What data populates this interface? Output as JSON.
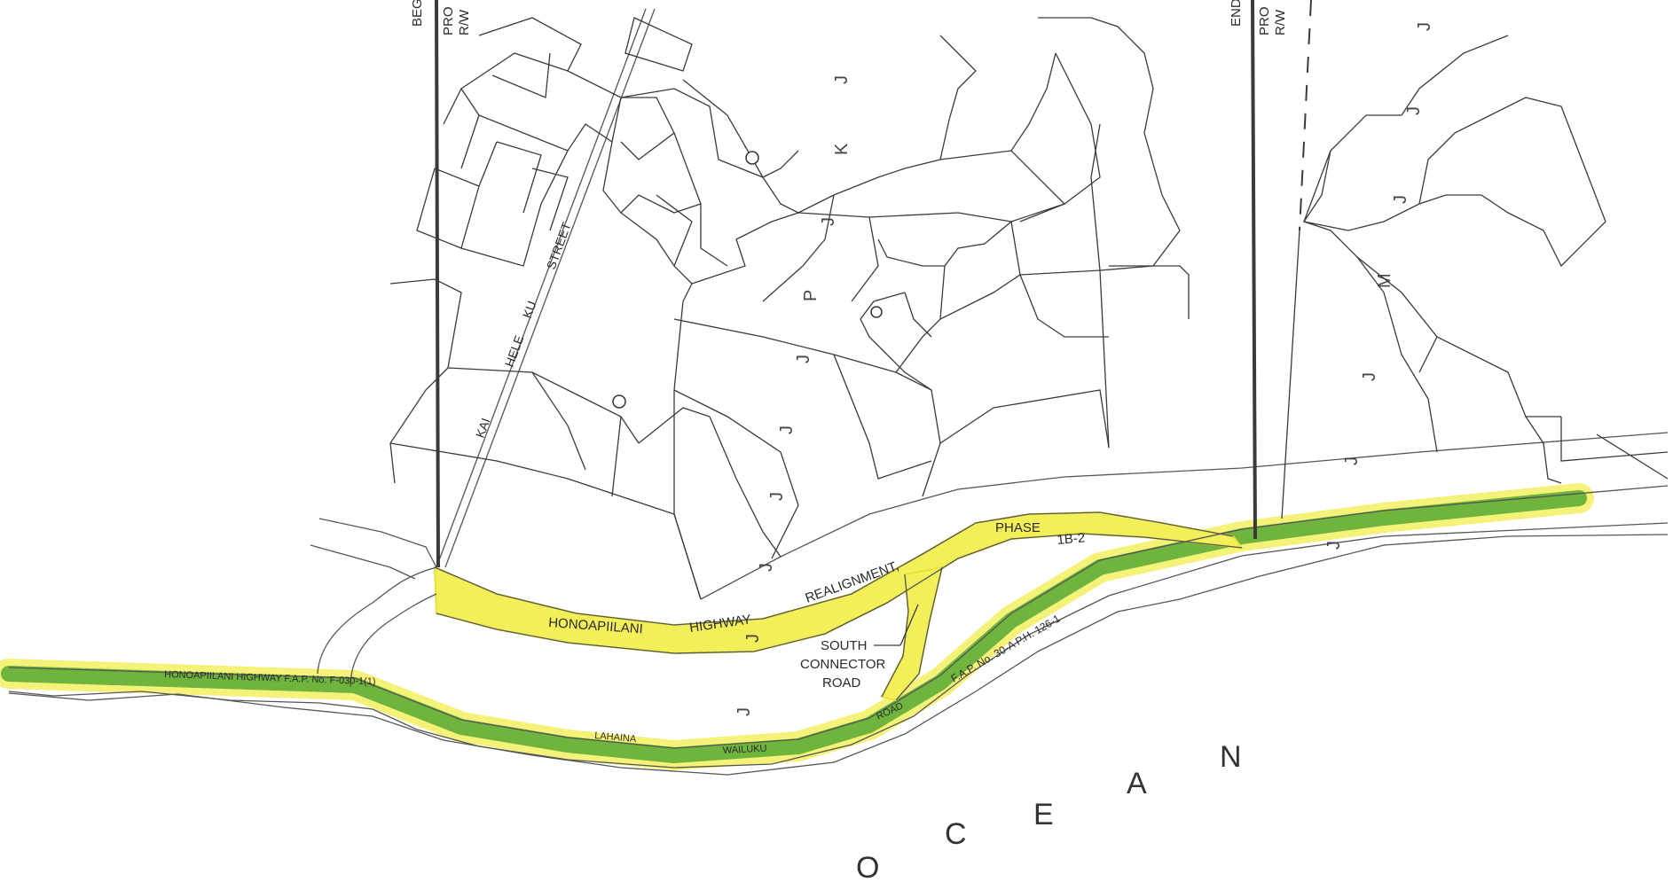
{
  "labels": {
    "kai_hele_ku": [
      "KAI",
      "HELE",
      "KU",
      "STREET"
    ],
    "realignment": [
      "HONOAPIILANI",
      "HIGHWAY",
      "REALIGNMENT,",
      "PHASE",
      "1B-2"
    ],
    "south_connector": [
      "SOUTH",
      "CONNECTOR",
      "ROAD"
    ],
    "existing_highway": "HONOAPIILANI HIGHWAY F.A.P. No. F-030-1(1)",
    "route_30a": "F.A.P. No. 30-A P.H. 126-1",
    "lahaina_wailuku": [
      "LAHAINA",
      "WAILUKU",
      "ROAD"
    ],
    "ocean": [
      "O",
      "C",
      "E",
      "A",
      "N"
    ],
    "begin_marker": [
      "BEG",
      "PRO",
      "R/W"
    ],
    "end_marker": [
      "END",
      "PRO",
      "R/W"
    ]
  },
  "colors": {
    "proposed_realignment_highlight": "#f3ef58",
    "existing_highway_highlight": "#6fb43c",
    "linework": "#3a3a3a"
  }
}
